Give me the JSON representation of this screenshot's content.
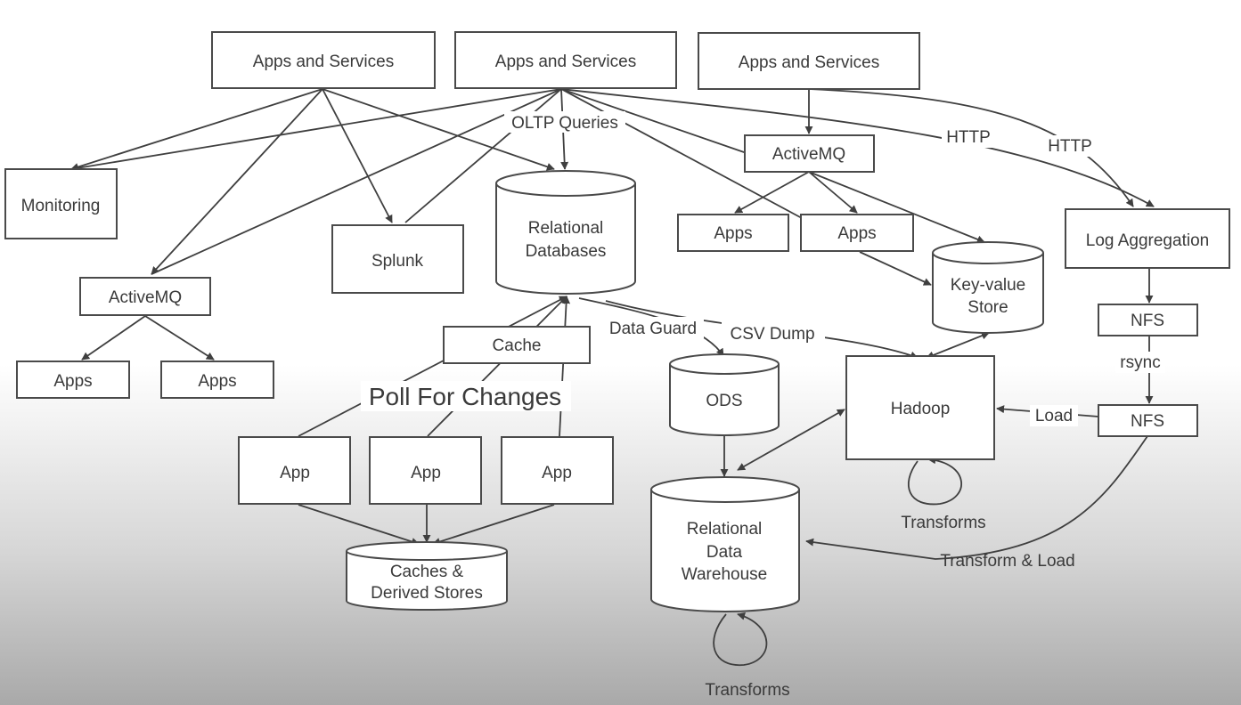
{
  "nodes": {
    "apps_services_1": "Apps and Services",
    "apps_services_2": "Apps and Services",
    "apps_services_3": "Apps and Services",
    "monitoring": "Monitoring",
    "splunk": "Splunk",
    "relational_databases": [
      "Relational",
      "Databases"
    ],
    "activemq_top": "ActiveMQ",
    "activemq_left": "ActiveMQ",
    "apps_left_1": "Apps",
    "apps_left_2": "Apps",
    "apps_mid_1": "Apps",
    "apps_mid_2": "Apps",
    "key_value_store": [
      "Key-value",
      "Store"
    ],
    "log_aggregation": "Log Aggregation",
    "nfs_1": "NFS",
    "nfs_2": "NFS",
    "cache": "Cache",
    "ods": "ODS",
    "hadoop": "Hadoop",
    "app_1": "App",
    "app_2": "App",
    "app_3": "App",
    "caches_derived": [
      "Caches &",
      "Derived Stores"
    ],
    "relational_dw": [
      "Relational",
      "Data",
      "Warehouse"
    ]
  },
  "edge_labels": {
    "oltp_queries": "OLTP Queries",
    "http_1": "HTTP",
    "http_2": "HTTP",
    "data_guard": "Data Guard",
    "csv_dump": "CSV Dump",
    "poll_for_changes": "Poll For Changes",
    "rsync": "rsync",
    "load": "Load",
    "transforms_hadoop": "Transforms",
    "transform_and_load": "Transform & Load",
    "transforms_dw": "Transforms"
  },
  "colors": {
    "stroke": "#4a4a4a",
    "text": "#3a3a3a",
    "fill": "#ffffff"
  }
}
